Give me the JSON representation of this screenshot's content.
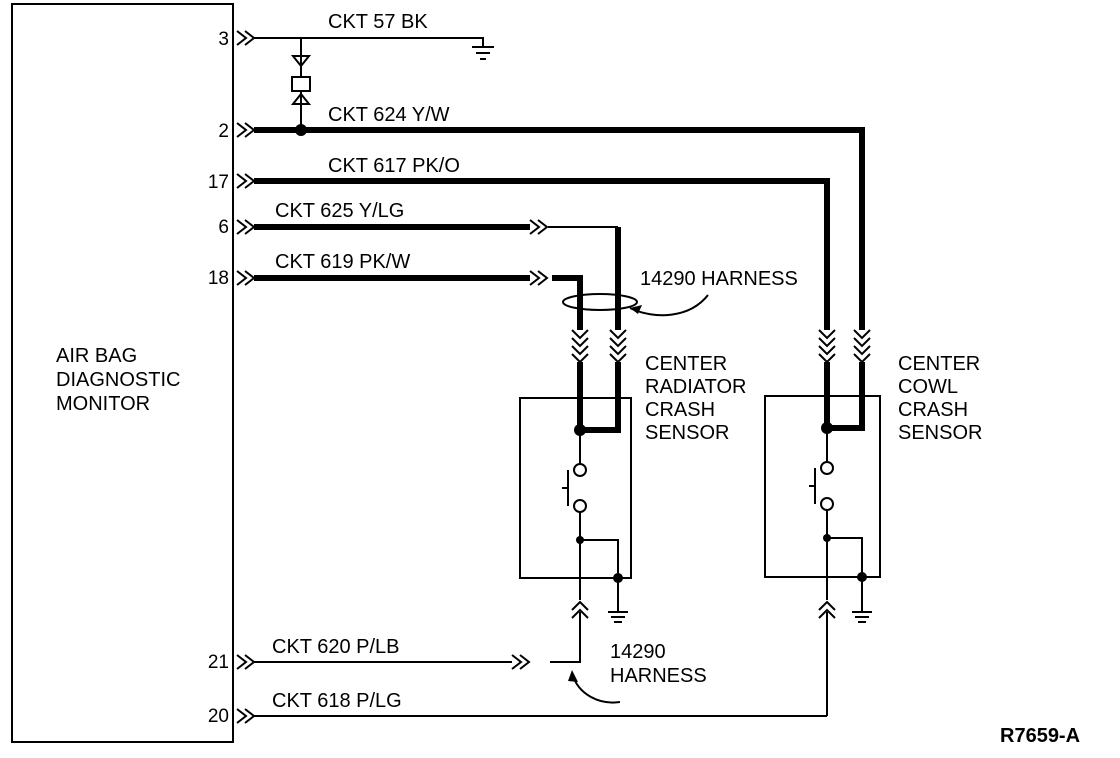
{
  "monitor": {
    "label_lines": [
      "AIR BAG",
      "DIAGNOSTIC",
      "MONITOR"
    ]
  },
  "pins": {
    "p3": "3",
    "p2": "2",
    "p17": "17",
    "p6": "6",
    "p18": "18",
    "p21": "21",
    "p20": "20"
  },
  "circuits": {
    "ckt57": "CKT 57 BK",
    "ckt624": "CKT 624 Y/W",
    "ckt617": "CKT 617 PK/O",
    "ckt625": "CKT 625 Y/LG",
    "ckt619": "CKT 619 PK/W",
    "ckt620": "CKT 620 P/LB",
    "ckt618": "CKT 618 P/LG"
  },
  "harness": {
    "upper": "14290 HARNESS",
    "lower_lines": [
      "14290",
      "HARNESS"
    ]
  },
  "sensors": {
    "radiator_lines": [
      "CENTER",
      "RADIATOR",
      "CRASH",
      "SENSOR"
    ],
    "cowl_lines": [
      "CENTER",
      "COWL",
      "CRASH",
      "SENSOR"
    ]
  },
  "figure_id": "R7659-A"
}
